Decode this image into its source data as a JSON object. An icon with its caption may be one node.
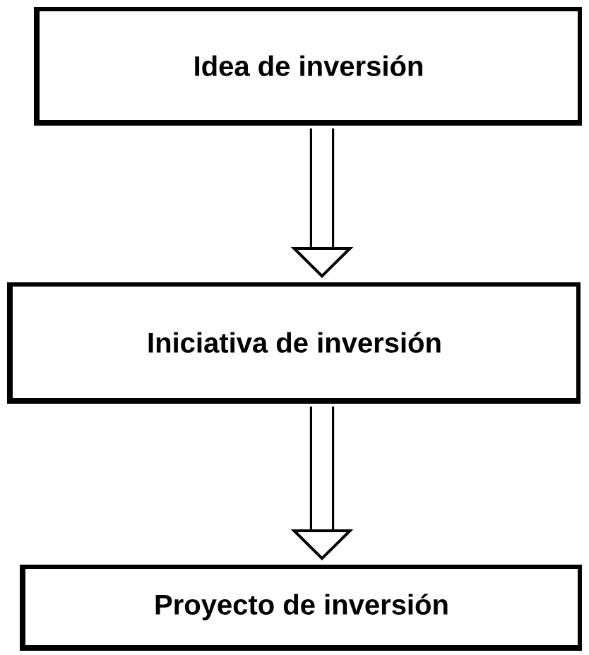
{
  "diagram": {
    "nodes": [
      {
        "text": [
          "Idea de inversión"
        ]
      },
      {
        "text": [
          "Iniciativa de inversión"
        ]
      },
      {
        "text": [
          "Proyecto de inversión"
        ]
      }
    ],
    "edges": [
      {
        "from": 0,
        "to": 1,
        "arrow": "to"
      },
      {
        "from": 1,
        "to": 2,
        "arrow": "to"
      }
    ]
  }
}
